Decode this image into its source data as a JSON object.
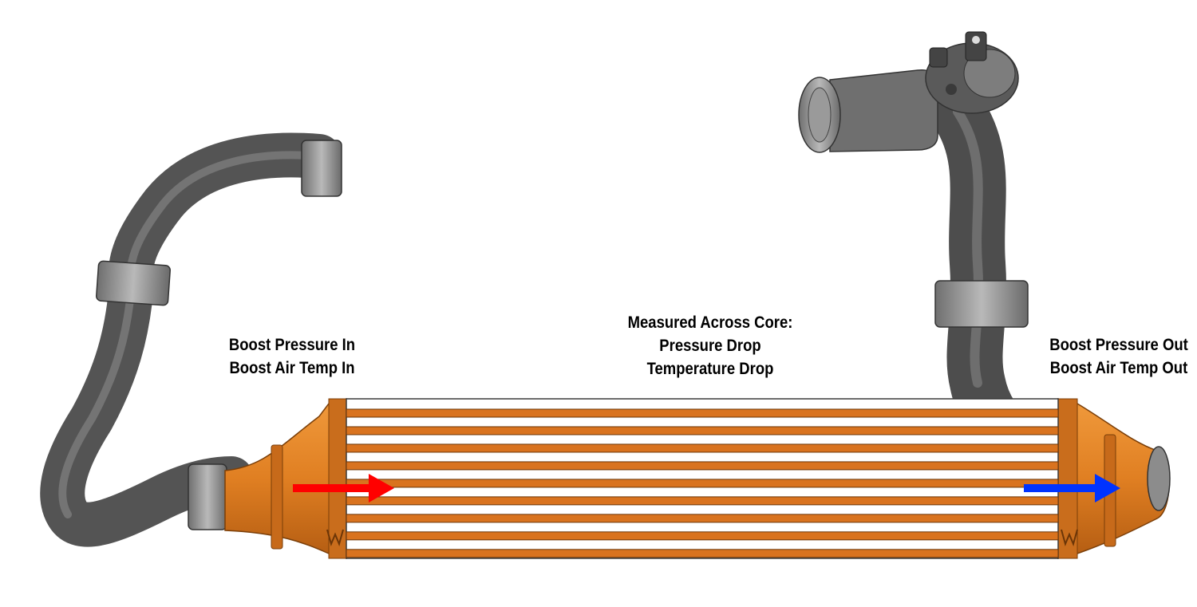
{
  "labels": {
    "inlet": [
      "Boost Pressure In",
      "Boost Air Temp In"
    ],
    "core": [
      "Measured Across Core:",
      "Pressure Drop",
      "Temperature Drop"
    ],
    "outlet": [
      "Boost Pressure Out",
      "Boost Air Temp Out"
    ]
  },
  "colors": {
    "inlet_arrow": "#ff0000",
    "outlet_arrow": "#0033ff",
    "core_tube": "#d9731f",
    "end_tank": "#e07f22",
    "pipe": "#5c5c5c",
    "coupler": "#8e8e8e"
  },
  "core_tube_count": 9
}
